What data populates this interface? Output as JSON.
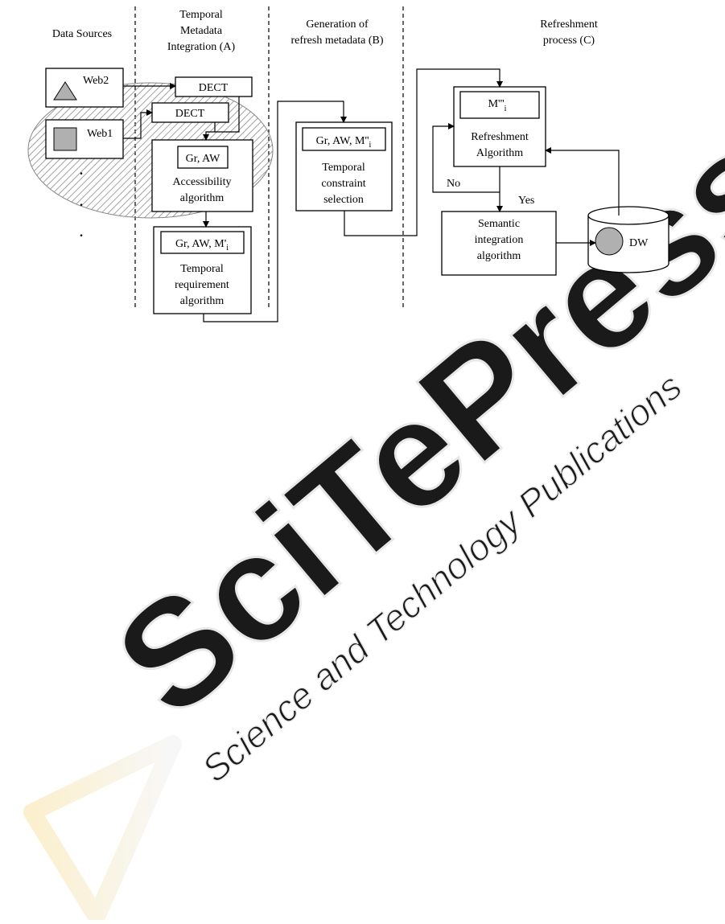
{
  "watermark": {
    "brand": "SciTePress",
    "tagline": "Science and Technology Publications"
  },
  "columns": {
    "sources": "Data Sources",
    "a_line1": "Temporal",
    "a_line2": "Metadata",
    "a_line3": "Integration (A)",
    "b_line1": "Generation of",
    "b_line2": "refresh metadata (B)",
    "c_line1": "Refreshment",
    "c_line2": "process (C)"
  },
  "sources": {
    "web2": "Web2",
    "web1": "Web1",
    "ellipsis": [
      "·",
      "·",
      "·"
    ]
  },
  "section_a": {
    "dect_top": "DECT",
    "dect_bottom": "DECT",
    "access_meta": "Gr, AW",
    "access_line1": "Accessibility",
    "access_line2": "algorithm",
    "req_meta_base": "Gr, AW, M'",
    "req_meta_sub": "i",
    "req_line1": "Temporal",
    "req_line2": "requirement",
    "req_line3": "algorithm"
  },
  "section_b": {
    "meta_base": "Gr, AW, M''",
    "meta_sub": "i",
    "line1": "Temporal",
    "line2": "constraint",
    "line3": "selection"
  },
  "section_c": {
    "meta_base": "M'''",
    "meta_sub": "i",
    "refresh_line1": "Refreshment",
    "refresh_line2": "Algorithm",
    "no_label": "No",
    "yes_label": "Yes",
    "sem_line1": "Semantic",
    "sem_line2": "integration",
    "sem_line3": "algorithm",
    "dw_label": "DW"
  },
  "colors": {
    "shape_fill": "#b0b0b0",
    "hatch": "#8a8a8a",
    "watermark_gray": "#ededed",
    "watermark_yellow": "#fbeec8"
  }
}
